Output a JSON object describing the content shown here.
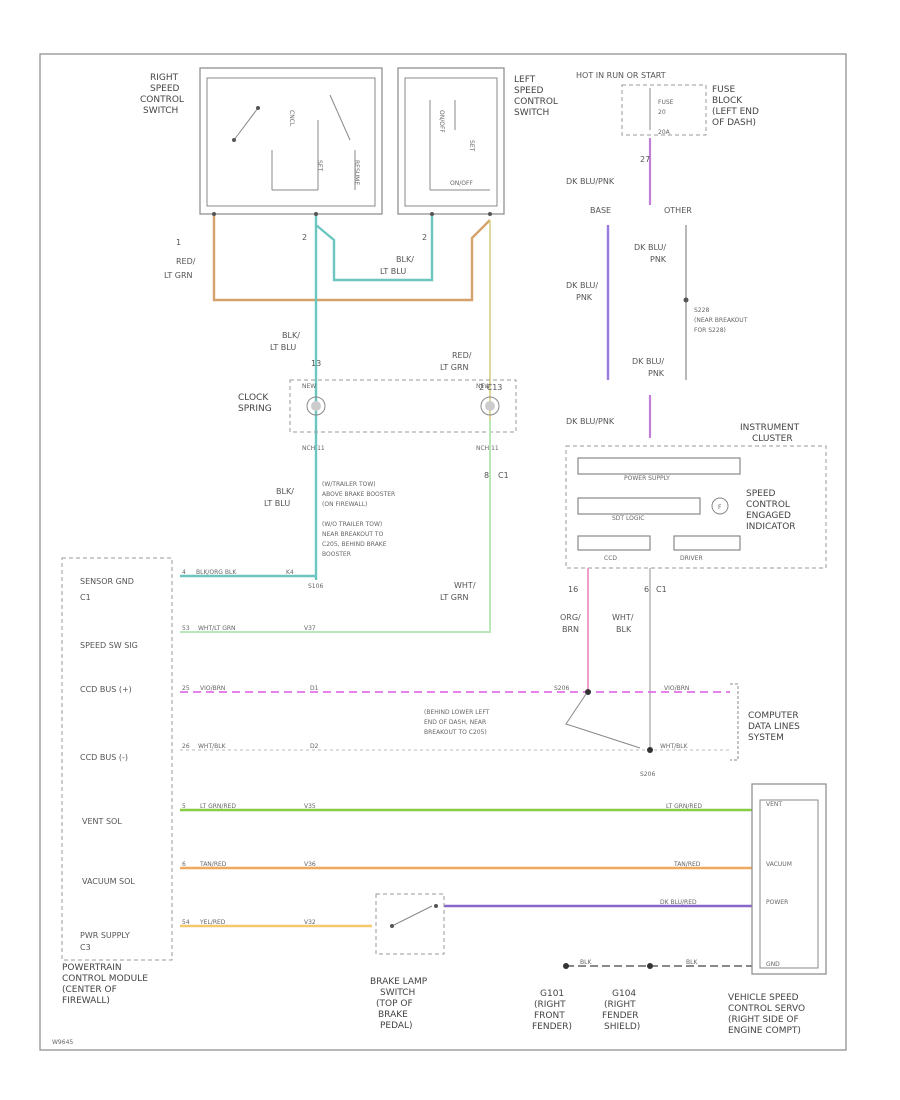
{
  "diagram": {
    "footer_code": "W9645",
    "colors": {
      "red_lt_grn": "#d4a26a",
      "blk_lt_blu": "#6cc6c0",
      "wht_lt_grn": "#b8e8b8",
      "dk_blu_pnk": "#c080d8",
      "org_brn": "#f0a0c8",
      "vio_brn": "#e070e8",
      "wht_blk": "#bbbbbb",
      "lt_grn_red": "#88cc44",
      "tan_red": "#f0a860",
      "yel_red": "#f5c870",
      "dk_blu_red": "#8866cc",
      "blk": "#888888",
      "blk_lt_blu_c1": "#6cc6c0",
      "outline": "#888888"
    },
    "top": {
      "right_switch": "RIGHT SPEED CONTROL SWITCH",
      "left_switch": "LEFT SPEED CONTROL SWITCH",
      "hot": "HOT IN RUN OR START",
      "fuse_block": "FUSE BLOCK (LEFT END OF DASH)",
      "fuse_label": "FUSE 20A"
    },
    "wires": {
      "red_lt_grn": "RED/ LT GRN",
      "blk_lt_blu": "BLK/ LT BLU",
      "blk_lt_blu_2": "BLK/ LT BLU",
      "dk_blu_pnk": "DK BLU/PNK",
      "dk_blu_pnk_2": "DK BLU/ PNK",
      "dk_blu_pnk_3": "DK BLU/ PNK",
      "dk_blu_pnk_4": "DK BLU/ PNK",
      "dk_blu_pnk_5": "DK BLU/PNK",
      "blk_lt_blu_3": "BLK/ LT BLU",
      "red_lt_grn_2": "RED/ LT GRN",
      "wht_lt_grn": "WHT/ LT GRN",
      "org_brn": "ORG/ BRN",
      "wht_blk": "WHT/ BLK"
    },
    "splices": {
      "base": "BASE",
      "other": "OTHER",
      "s228": "S228 (NEAR BREAKOUT FOR S228)",
      "trailer1": "(W/TRAILER TOW) ABOVE BRAKE BOOSTER (ON FIREWALL)",
      "trailer2": "(W/O TRAILER TOW) NEAR BREAKOUT TO C205, BEHIND BRAKE BOOSTER",
      "s106": "S106",
      "s206": "S206",
      "s206_desc": "(BEHIND LOWER LEFT END OF DASH, NEAR BREAKOUT TO C205)"
    },
    "clockspring": "CLOCK SPRING",
    "instrument": {
      "title": "INSTRUMENT CLUSTER",
      "power_supply": "POWER SUPPLY",
      "sdt": "SDT LOGIC",
      "ccd": "CCD",
      "driver": "DRIVER",
      "indicator": "SPEED CONTROL ENGAGED INDICATOR"
    },
    "pcm": {
      "title": "POWERTRAIN CONTROL MODULE (CENTER OF FIREWALL)",
      "rows": [
        {
          "pin": "4",
          "label": "SENSOR GND",
          "wire": "BLK/ORG BLK",
          "circ": "K4",
          "conn": "C1"
        },
        {
          "pin": "53",
          "label": "SPEED SW SIG",
          "wire": "WHT/LT GRN",
          "circ": "V37",
          "conn": ""
        },
        {
          "pin": "25",
          "label": "CCD BUS (+)",
          "wire": "VIO/BRN",
          "circ": "D1",
          "conn": ""
        },
        {
          "pin": "26",
          "label": "CCD BUS (-)",
          "wire": "WHT/BLK",
          "circ": "D2",
          "conn": ""
        },
        {
          "pin": "5",
          "label": "VENT SOL",
          "wire": "LT GRN/RED",
          "circ": "V35",
          "conn": ""
        },
        {
          "pin": "6",
          "label": "VACUUM SOL",
          "wire": "TAN/RED",
          "circ": "V36",
          "conn": ""
        },
        {
          "pin": "54",
          "label": "PWR SUPPLY",
          "wire": "YEL/RED",
          "circ": "V32",
          "conn": "C3"
        }
      ]
    },
    "right_wires": {
      "vio_brn": "VIO/BRN",
      "wht_blk": "WHT/BLK",
      "lt_grn_red": "LT GRN/RED",
      "tan_red": "TAN/RED",
      "dk_blu_red": "DK BLU/RED",
      "blk": "BLK"
    },
    "servo": {
      "title": "VEHICLE SPEED CONTROL SERVO (RIGHT SIDE OF ENGINE COMPT)",
      "vent": "VENT",
      "vacuum": "VACUUM",
      "power": "POWER",
      "ground": "GND"
    },
    "computer": "COMPUTER DATA LINES SYSTEM",
    "brake_switch": "BRAKE LAMP SWITCH (TOP OF BRAKE PEDAL)",
    "grounds": {
      "g101": "G101 (RIGHT FRONT FENDER)",
      "g104": "G104 (RIGHT FENDER SHIELD)"
    }
  }
}
